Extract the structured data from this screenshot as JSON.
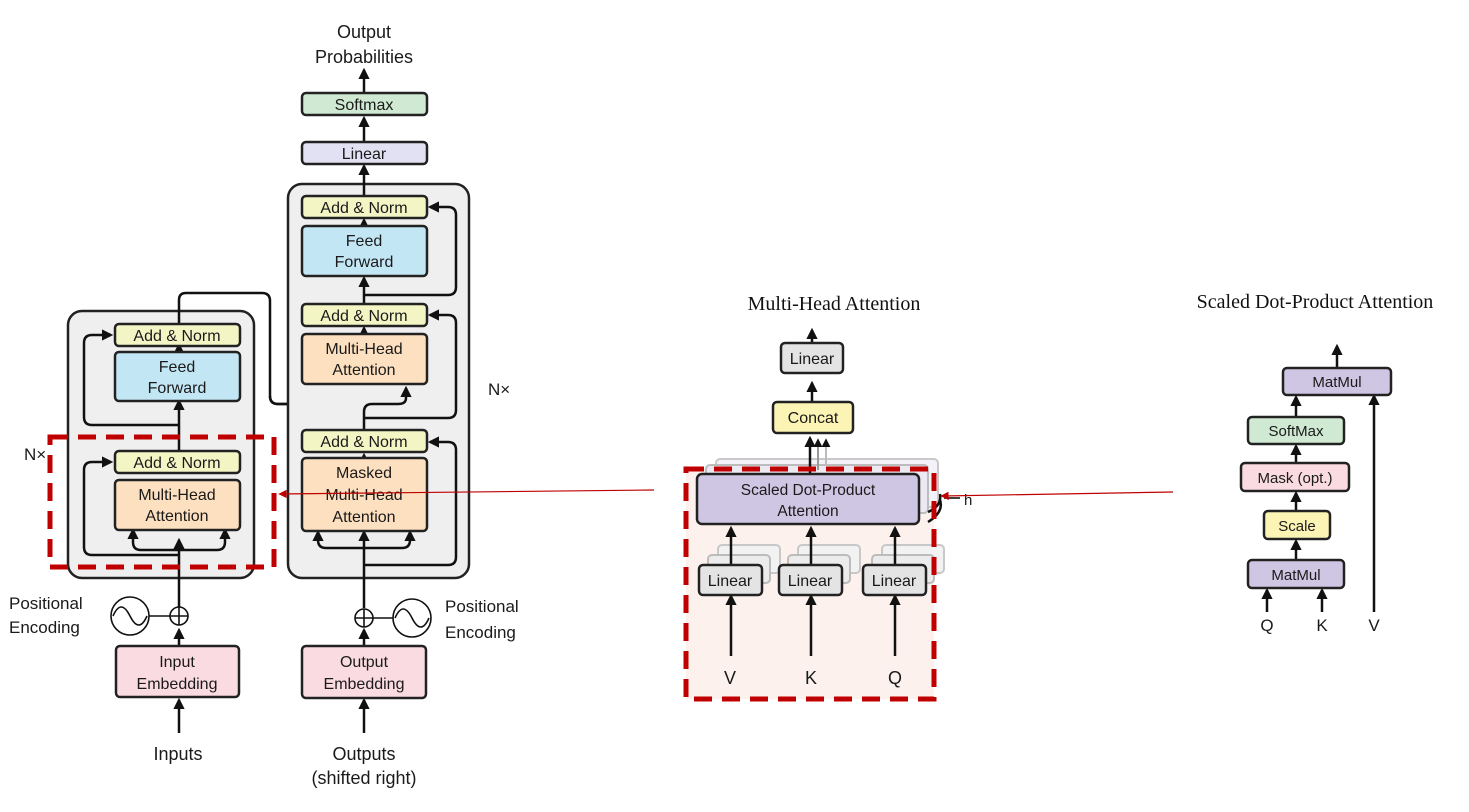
{
  "encoder": {
    "inputs": "Inputs",
    "embedding": [
      "Input",
      "Embedding"
    ],
    "positional": [
      "Positional",
      "Encoding"
    ],
    "add_norm": "Add & Norm",
    "feed_forward": [
      "Feed",
      "Forward"
    ],
    "mha": [
      "Multi-Head",
      "Attention"
    ],
    "nx": "N×"
  },
  "decoder": {
    "outputs": [
      "Outputs",
      "(shifted right)"
    ],
    "embedding": [
      "Output",
      "Embedding"
    ],
    "positional": [
      "Positional",
      "Encoding"
    ],
    "add_norm": "Add & Norm",
    "masked_mha": [
      "Masked",
      "Multi-Head",
      "Attention"
    ],
    "mha": [
      "Multi-Head",
      "Attention"
    ],
    "feed_forward": [
      "Feed",
      "Forward"
    ],
    "nx": "N×",
    "linear": "Linear",
    "softmax": "Softmax",
    "output": [
      "Output",
      "Probabilities"
    ]
  },
  "multi_head": {
    "title": "Multi-Head Attention",
    "linear": "Linear",
    "concat": "Concat",
    "sdpa": [
      "Scaled Dot-Product",
      "Attention"
    ],
    "h": "h",
    "proj": "Linear",
    "inputs": [
      "V",
      "K",
      "Q"
    ]
  },
  "scaled_dot": {
    "title": "Scaled Dot-Product Attention",
    "matmul_top": "MatMul",
    "softmax": "SoftMax",
    "mask": "Mask (opt.)",
    "scale": "Scale",
    "matmul_bottom": "MatMul",
    "inputs": [
      "Q",
      "K",
      "V"
    ]
  },
  "colors": {
    "add_norm": "#f3f5c4",
    "feed_forward": "#c3e6f5",
    "attention": "#fce0bf",
    "embedding": "#fadbe2",
    "linear": "#e1e1f3",
    "softmax": "#cfe9d2",
    "sdpa": "#cfc6e3",
    "concat": "#fbf4b5",
    "panel": "#efefef",
    "highlight": "#c00000"
  }
}
